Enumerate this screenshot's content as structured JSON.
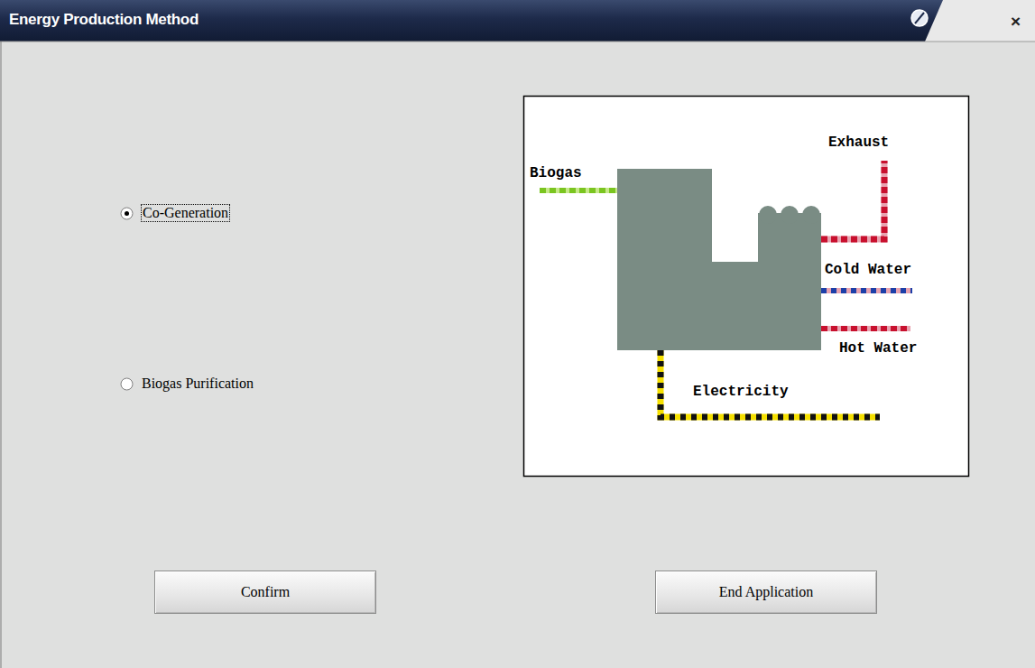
{
  "diagram": {
    "title": "Energy Production Method",
    "nodes": [
      {
        "text": [
          "Confirm"
        ]
      },
      {
        "text": [
          "End Application"
        ]
      }
    ],
    "labels": [
      "×",
      "Co-Generation",
      "Biogas Purification",
      "Biogas",
      "Exhaust",
      "Cold Water",
      "Hot Water",
      "Electricity"
    ]
  }
}
